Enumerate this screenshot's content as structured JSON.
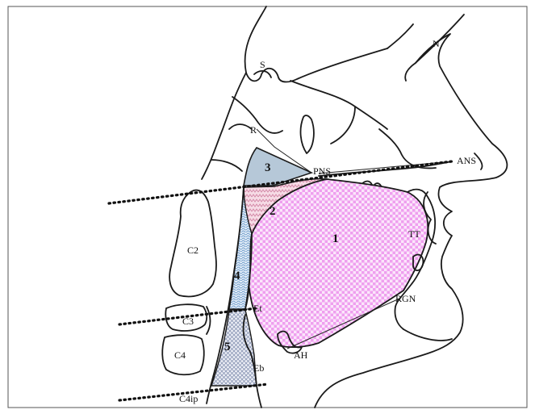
{
  "landmarks": {
    "N": "N",
    "S": "S",
    "R": "R",
    "PNS": "PNS",
    "ANS": "ANS",
    "TT": "TT",
    "RGN": "RGN",
    "Et": "Et",
    "Eb": "Eb",
    "AH": "AH",
    "C4ip": "C4ip"
  },
  "vertebrae": {
    "c2": "C2",
    "c3": "C3",
    "c4": "C4"
  },
  "regions": {
    "r1": "1",
    "r2": "2",
    "r3": "3",
    "r4": "4",
    "r5": "5"
  },
  "colors": {
    "tongue_fill": "#ef9fef",
    "soft_palate_fill": "#e8b4c8",
    "nasopharynx_fill": "#b6c8d8",
    "oropharynx_fill": "#8fb2d8",
    "hypopharynx_fill": "#9aa8c4"
  }
}
